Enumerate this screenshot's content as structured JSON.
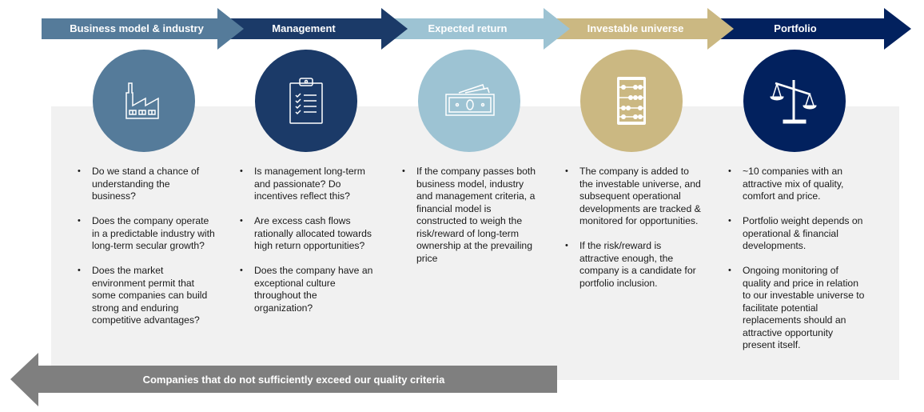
{
  "colors": {
    "step1": "#557b9a",
    "step2": "#1b3a68",
    "step3": "#9dc3d3",
    "step4": "#cbb882",
    "step5": "#02215e",
    "panel": "#f1f1f1",
    "bottom_arrow": "#7f7f7f"
  },
  "steps": [
    {
      "label": "Business model & industry",
      "icon": "factory-icon",
      "bullets": [
        "Do we stand a chance of understanding the business?",
        "Does the company operate in a predictable industry with long-term secular growth?",
        "Does the market environment permit that some companies can build strong and enduring competitive advantages?"
      ]
    },
    {
      "label": "Management",
      "icon": "clipboard-checklist-icon",
      "bullets": [
        "Is management long-term and passionate? Do incentives reflect this?",
        "Are excess cash flows rationally allocated towards high return opportunities?",
        "Does the company have an exceptional culture throughout the organization?"
      ]
    },
    {
      "label": "Expected return",
      "icon": "money-bills-icon",
      "bullets": [
        "If the company passes both business model, industry and management criteria, a financial model is constructed to weigh the risk/reward of long-term ownership at the prevailing price"
      ]
    },
    {
      "label": "Investable universe",
      "icon": "abacus-icon",
      "bullets": [
        "The company is added to the investable universe, and subsequent operational developments are tracked & monitored for opportunities.",
        "If the risk/reward is attractive enough, the company is a candidate for portfolio inclusion."
      ]
    },
    {
      "label": "Portfolio",
      "icon": "balance-scale-icon",
      "bullets": [
        "~10 companies with an attractive mix of quality, comfort and price.",
        "Portfolio weight depends on operational & financial developments.",
        "Ongoing monitoring of quality and price in relation to our investable universe to facilitate potential replacements should an attractive opportunity present itself."
      ]
    }
  ],
  "bottom_arrow": {
    "label": "Companies that do not sufficiently exceed our quality criteria"
  }
}
